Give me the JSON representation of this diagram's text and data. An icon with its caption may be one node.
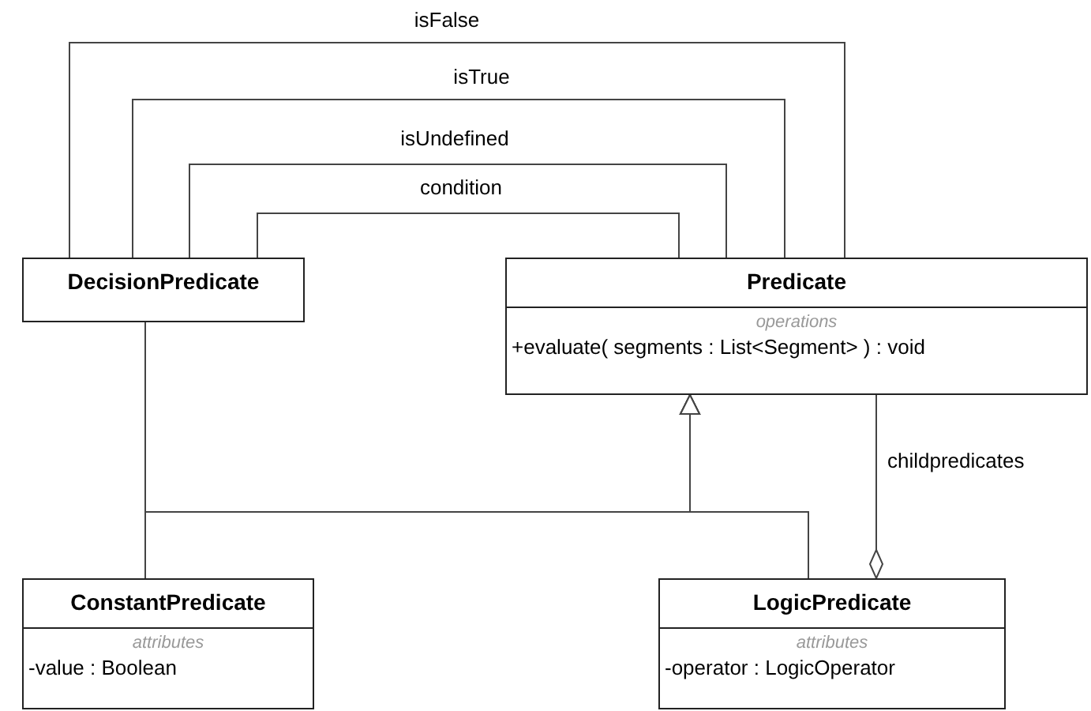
{
  "diagram": {
    "nodes": [
      {
        "text": [
          "DecisionPredicate"
        ]
      },
      {
        "text": [
          "Predicate",
          "operations",
          "+evaluate( segments : List<Segment> ) : void"
        ]
      },
      {
        "text": [
          "ConstantPredicate",
          "attributes",
          "-value : Boolean"
        ]
      },
      {
        "text": [
          "LogicPredicate",
          "attributes",
          "-operator : LogicOperator"
        ]
      }
    ],
    "edges": [
      {
        "from": 0,
        "to": 1,
        "arrow": "none",
        "label": "isFalse"
      },
      {
        "from": 0,
        "to": 1,
        "arrow": "none",
        "label": "isTrue"
      },
      {
        "from": 0,
        "to": 1,
        "arrow": "none",
        "label": "isUndefined"
      },
      {
        "from": 0,
        "to": 1,
        "arrow": "none",
        "label": "condition"
      },
      {
        "from": 0,
        "to": 1,
        "arrow": "to"
      },
      {
        "from": 2,
        "to": 1,
        "arrow": "to"
      },
      {
        "from": 3,
        "to": 1,
        "arrow": "to"
      },
      {
        "from": 1,
        "to": 3,
        "arrow": "other",
        "label": "childpredicates"
      }
    ]
  }
}
